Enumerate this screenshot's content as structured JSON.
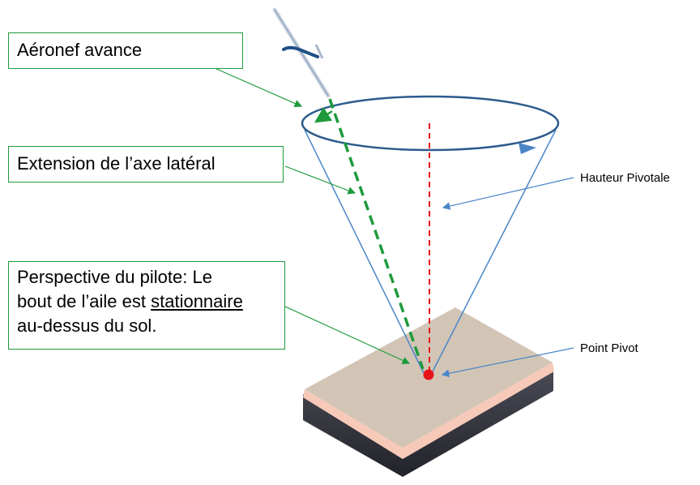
{
  "labels": {
    "aircraft_advances": "Aéronef avance",
    "lateral_axis_extension": "Extension de l’axe latéral",
    "pilot_perspective_1": "Perspective du pilote: Le",
    "pilot_perspective_2a": "bout de l’aile est ",
    "pilot_perspective_2b": "stationnaire",
    "pilot_perspective_3": "au-dessus du sol.",
    "pivotal_altitude": "Hauteur Pivotale",
    "pivot_point": "Point Pivot"
  },
  "colors": {
    "green": "#1e9a3c",
    "blue": "#4a86c8",
    "red": "#e8141c",
    "ellipse": "#2d5b8c"
  }
}
